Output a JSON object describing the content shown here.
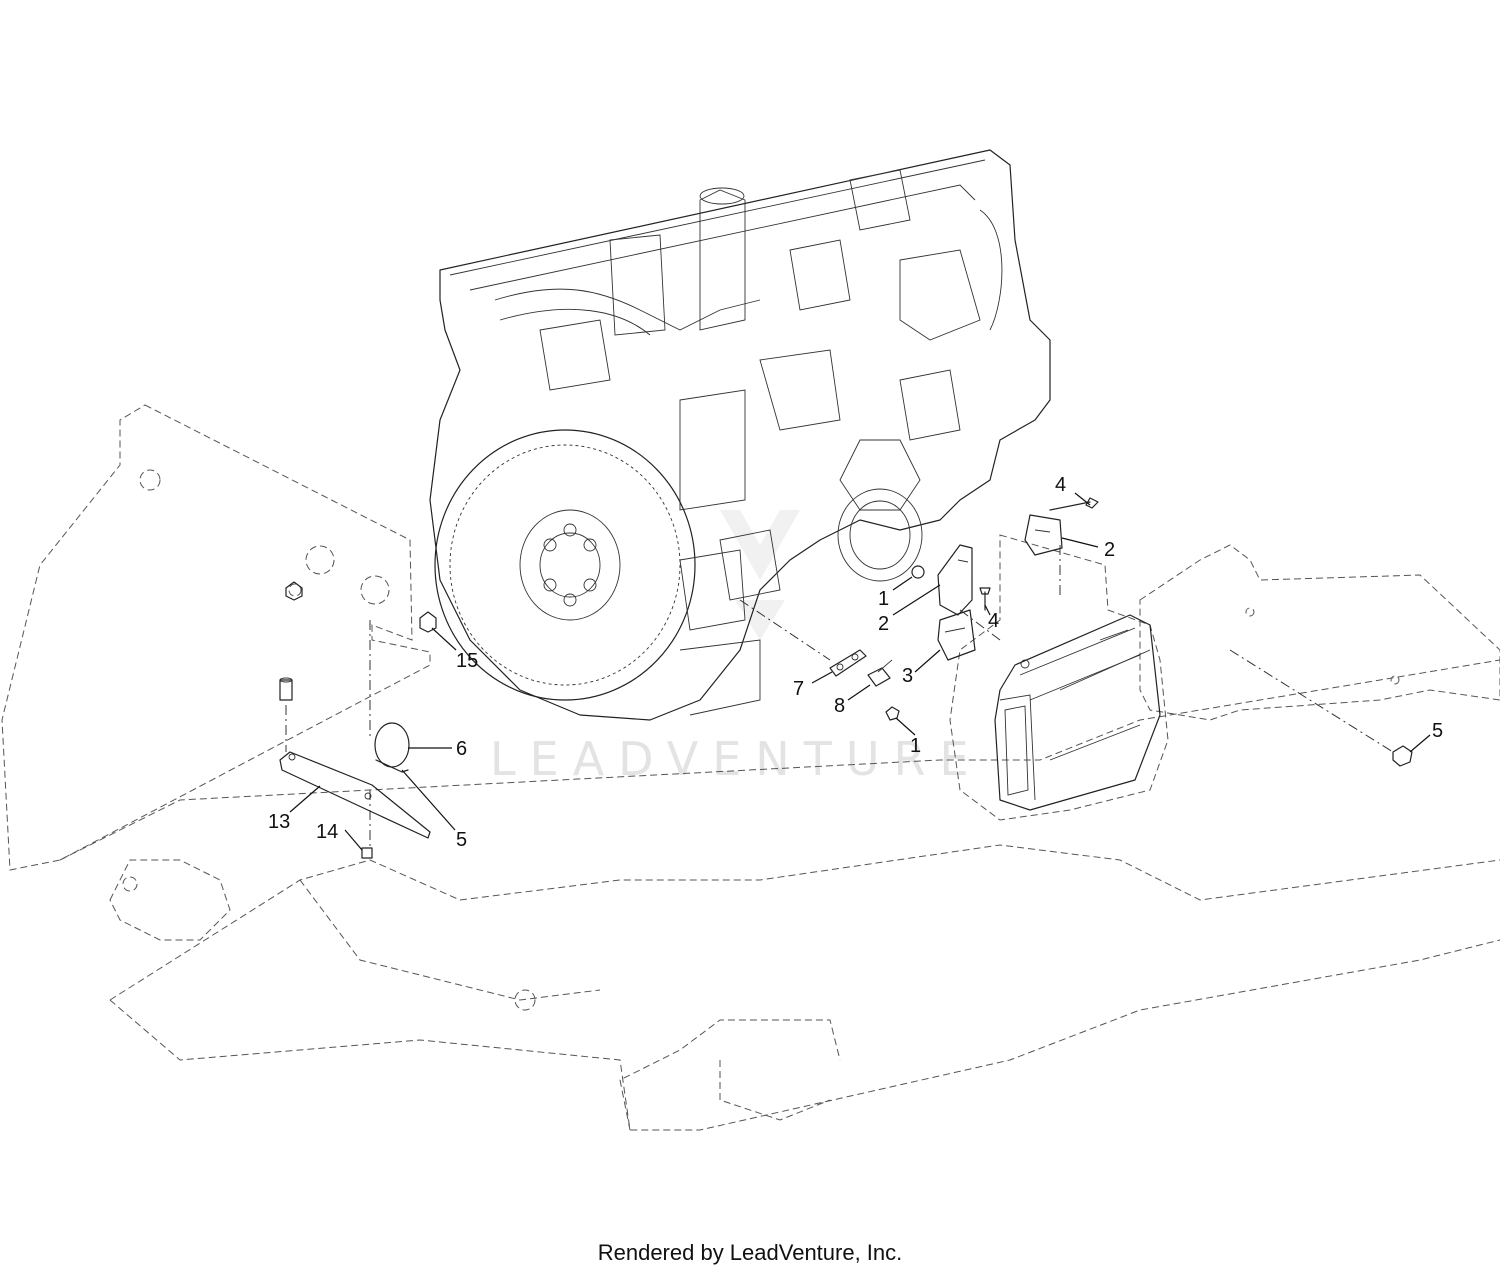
{
  "watermark": "LEADVENTURE",
  "footer": "Rendered by LeadVenture, Inc.",
  "callouts": [
    "1",
    "2",
    "4",
    "2",
    "1",
    "2",
    "4",
    "3",
    "7",
    "8",
    "1",
    "5",
    "15",
    "6",
    "5",
    "13",
    "14"
  ]
}
